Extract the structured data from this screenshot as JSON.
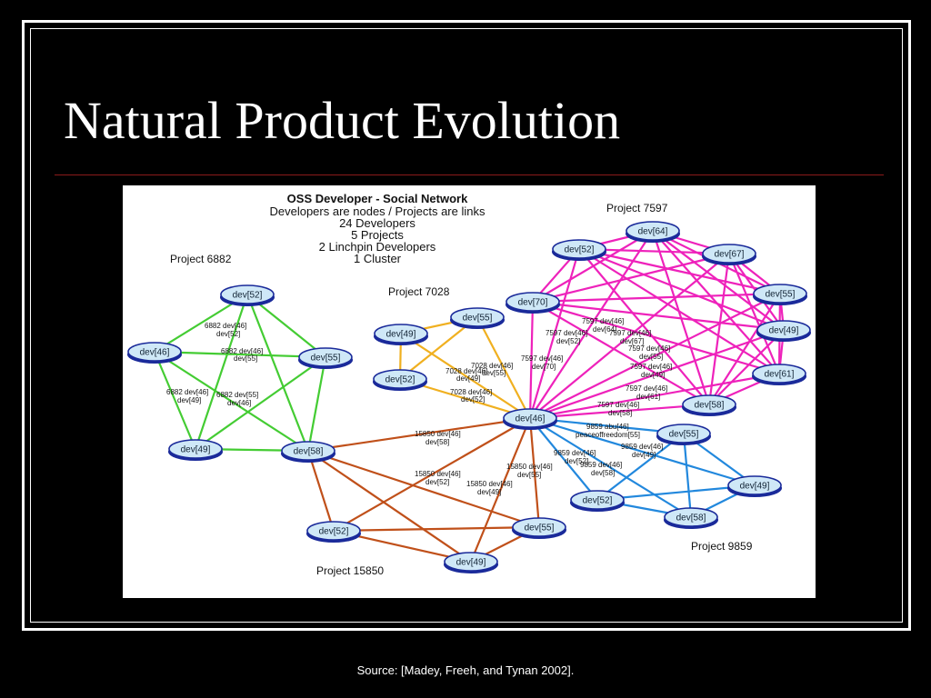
{
  "slide": {
    "title": "Natural Product Evolution",
    "source": "Source: [Madey, Freeh, and Tynan 2002]."
  },
  "diagram": {
    "header": [
      "OSS Developer - Social Network",
      "Developers are nodes / Projects are links",
      "24 Developers",
      "5 Projects",
      "2 Linchpin Developers",
      "1 Cluster"
    ],
    "project_labels": {
      "p6882": "Project 6882",
      "p7028": "Project 7028",
      "p7597": "Project 7597",
      "p15850": "Project 15850",
      "p9859": "Project 9859"
    },
    "colors": {
      "p6882": "#44cc33",
      "p7028": "#f0b020",
      "p7597": "#ee22bb",
      "p15850": "#c0501a",
      "p9859": "#2288dd",
      "node_fill": "#cfe8f7",
      "node_stroke": "#1a2a9a"
    },
    "nodes": {
      "a52": "dev[52]",
      "a46": "dev[46]",
      "a55": "dev[55]",
      "a49": "dev[49]",
      "a58": "dev[58]",
      "b55": "dev[55]",
      "b49": "dev[49]",
      "b52": "dev[52]",
      "c70": "dev[70]",
      "c52": "dev[52]",
      "c64": "dev[64]",
      "c67": "dev[67]",
      "c55": "dev[55]",
      "c49": "dev[49]",
      "c61": "dev[61]",
      "c58": "dev[58]",
      "c46": "dev[46]",
      "d52": "dev[52]",
      "d49": "dev[49]",
      "d55": "dev[55]",
      "e55": "dev[55]",
      "e49": "dev[49]",
      "e52": "dev[52]",
      "e58": "dev[58]"
    },
    "edge_labels": [
      "6882  dev[46]",
      "dev[52]",
      "6882  dev[46]",
      "dev[55]",
      "6882  dev[46]",
      "dev[49]",
      "6882  dev[55]",
      "dev[46]",
      "7028  dev[46]",
      "dev[55]",
      "7028  dev[46]",
      "dev[49]",
      "7028  dev[46]",
      "dev[52]",
      "7597  dev[46]",
      "dev[70]",
      "7597  dev[46]",
      "dev[52]",
      "7597  dev[46]",
      "dev[67]",
      "7597  dev[46]",
      "dev[55]",
      "7597  dev[46]",
      "dev[49]",
      "7597  dev[46]",
      "dev[61]",
      "7597  dev[46]",
      "dev[58]",
      "7597  dev[46]",
      "dev[64]",
      "15850 dev[46]",
      "dev[58]",
      "15850 dev[46]",
      "dev[52]",
      "15850 dev[46]",
      "dev[49]",
      "15850 dev[46]",
      "dev[55]",
      "9859  abu[46]",
      "peaceoffreedom[55]",
      "9859  dev[46]",
      "dev[52]",
      "9859  dev[46]",
      "dev[58]",
      "9859  dev[46]",
      "dev[49]"
    ]
  }
}
